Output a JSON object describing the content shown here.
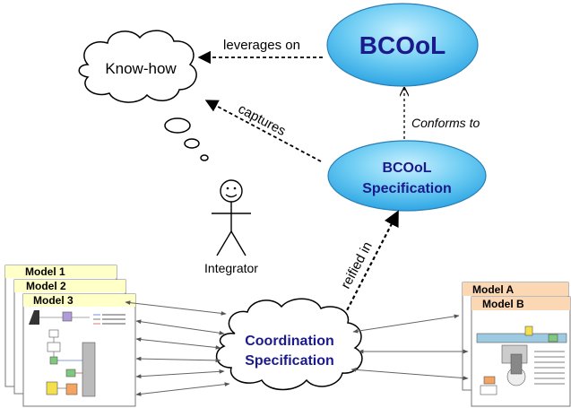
{
  "nodes": {
    "bcool": "BCOoL",
    "bcool_spec_line1": "BCOoL",
    "bcool_spec_line2": "Specification",
    "knowhow": "Know-how",
    "integrator": "Integrator",
    "coord_line1": "Coordination",
    "coord_line2": "Specification"
  },
  "edges": {
    "leverages_on": "leverages on",
    "captures": "captures",
    "conforms_to": "Conforms to",
    "reified_in": "reified in"
  },
  "models_left": {
    "model1": "Model 1",
    "model2": "Model 2",
    "model3": "Model 3"
  },
  "models_right": {
    "modelA": "Model A",
    "modelB": "Model B"
  },
  "colors": {
    "ellipse_fill_light": "#aee6fb",
    "ellipse_fill_dark": "#3fb4ec",
    "ellipse_stroke": "#2a7fb5",
    "label_blue": "#1a1a8c",
    "model_left_header": "#ffffc8",
    "model_right_header": "#fbd7b4"
  }
}
